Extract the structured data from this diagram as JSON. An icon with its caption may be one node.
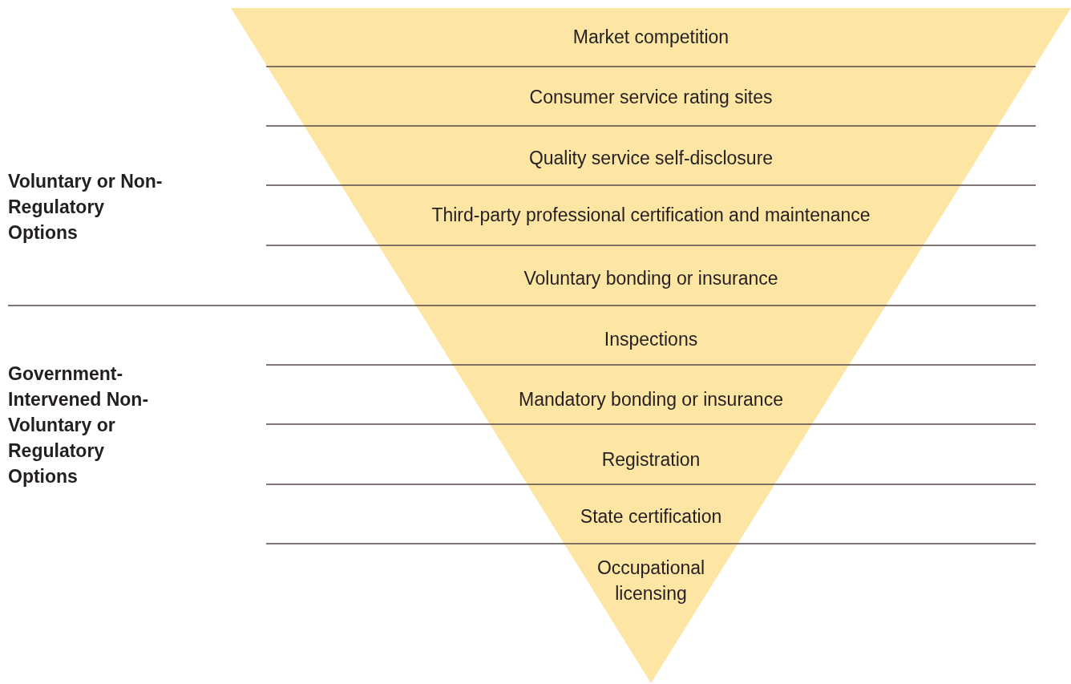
{
  "diagram": {
    "nodes": [
      {
        "text": [
          "Market competition"
        ]
      },
      {
        "text": [
          "Consumer service rating sites"
        ]
      },
      {
        "text": [
          "Quality service self-disclosure"
        ]
      },
      {
        "text": [
          "Third-party professional certification and maintenance"
        ]
      },
      {
        "text": [
          "Voluntary bonding or insurance"
        ]
      },
      {
        "text": [
          "Inspections"
        ]
      },
      {
        "text": [
          "Mandatory bonding or insurance"
        ]
      },
      {
        "text": [
          "Registration"
        ]
      },
      {
        "text": [
          "State certification"
        ]
      },
      {
        "text": [
          "Occupational licensing"
        ]
      }
    ],
    "edges": [],
    "labels": [
      "Voluntary or Non-Regulatory Options",
      "Government-Intervened Non-Voluntary or Regulatory Options"
    ]
  }
}
